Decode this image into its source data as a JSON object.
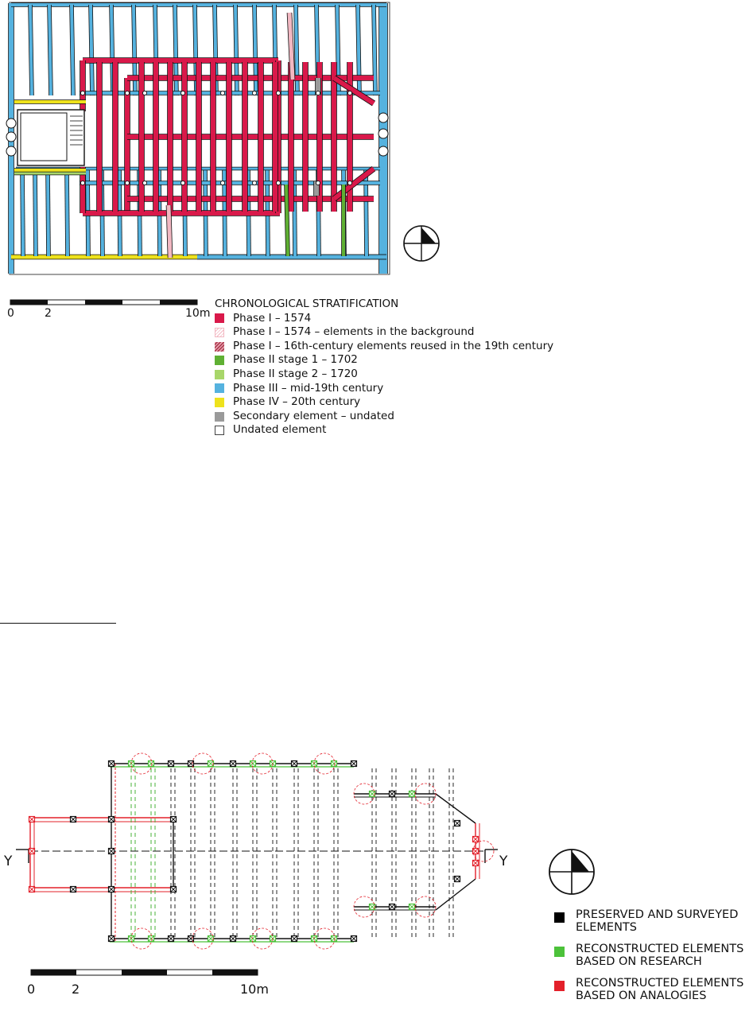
{
  "colors": {
    "phase1": "#d9194a",
    "phase1_bg": "#f2b8c2",
    "phase1_reused": "#a8364b",
    "phase2_1": "#5fb033",
    "phase2_2": "#a8d66a",
    "phase3": "#55b2df",
    "phase4": "#eee21c",
    "secondary": "#9a9a9a",
    "undated": "#ffffff",
    "preserved": "#000000",
    "research": "#4cc23a",
    "analogies": "#e3202a"
  },
  "top_plan": {
    "legend": {
      "title": "CHRONOLOGICAL STRATIFICATION",
      "items": [
        {
          "label": "Phase I – 1574",
          "color": "#d9194a",
          "pattern": "solid"
        },
        {
          "label": "Phase I – 1574 – elements in the background",
          "color": "#f2b8c2",
          "pattern": "hatch"
        },
        {
          "label": "Phase I – 16th-century elements reused in the 19th century",
          "color": "#a8364b",
          "pattern": "hatch-dark"
        },
        {
          "label": "Phase II stage 1 – 1702",
          "color": "#5fb033",
          "pattern": "solid"
        },
        {
          "label": "Phase II stage 2 – 1720",
          "color": "#a8d66a",
          "pattern": "solid"
        },
        {
          "label": "Phase III – mid-19th century",
          "color": "#55b2df",
          "pattern": "solid"
        },
        {
          "label": "Phase IV – 20th century",
          "color": "#eee21c",
          "pattern": "solid"
        },
        {
          "label": "Secondary element – undated",
          "color": "#9a9a9a",
          "pattern": "solid"
        },
        {
          "label": "Undated element",
          "color": "#ffffff",
          "pattern": "outline"
        }
      ]
    },
    "scale": {
      "start": "0",
      "mid": "2",
      "end": "10m"
    }
  },
  "bottom_plan": {
    "section_marks": {
      "left": "Y",
      "right": "Y"
    },
    "legend": [
      {
        "label_lines": [
          "PRESERVED AND SURVEYED",
          "ELEMENTS"
        ],
        "color": "#000000"
      },
      {
        "label_lines": [
          "RECONSTRUCTED ELEMENTS",
          "BASED ON RESEARCH"
        ],
        "color": "#4cc23a"
      },
      {
        "label_lines": [
          "RECONSTRUCTED ELEMENTS",
          "BASED ON ANALOGIES"
        ],
        "color": "#e3202a"
      }
    ],
    "scale": {
      "start": "0",
      "mid": "2",
      "end": "10m"
    }
  }
}
